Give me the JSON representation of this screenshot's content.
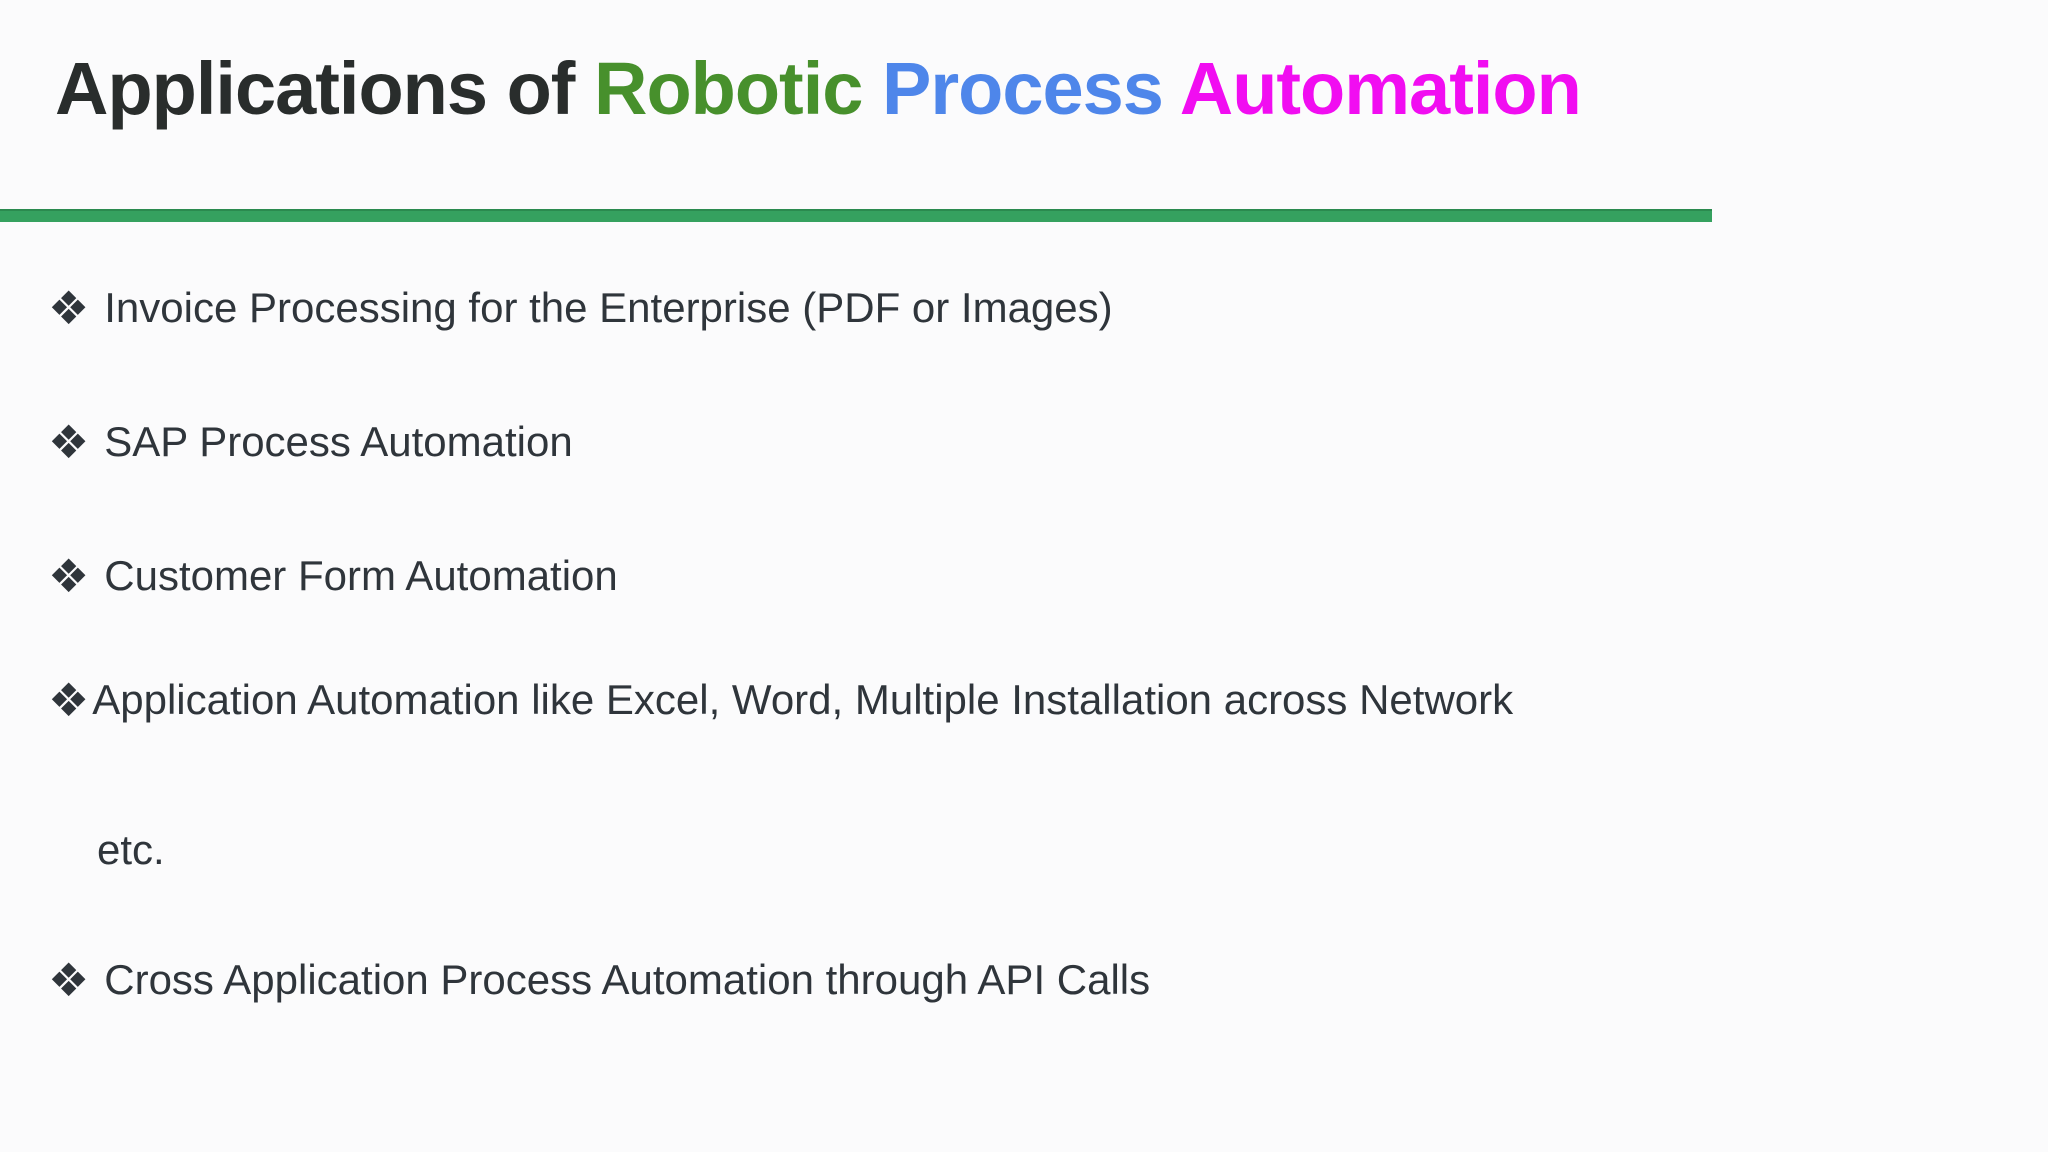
{
  "slide": {
    "title": {
      "segments": [
        {
          "text": "Applications of ",
          "color": "#292d2c"
        },
        {
          "text": "Robotic ",
          "color": "#47902c"
        },
        {
          "text": "Process ",
          "color": "#4e86ea"
        },
        {
          "text": "Automation",
          "color": "#f10df1"
        }
      ]
    },
    "divider": {
      "color": "#35a15f"
    },
    "bullets": {
      "marker": "❖",
      "text_color": "#2f353b",
      "items": [
        {
          "text": "Invoice Processing for the Enterprise (PDF or Images)"
        },
        {
          "text": "SAP Process Automation"
        },
        {
          "text": "Customer Form Automation"
        },
        {
          "text": "Application Automation like Excel, Word, Multiple Installation across Network",
          "continuation": "etc."
        },
        {
          "text": "Cross Application Process Automation through API Calls"
        }
      ]
    }
  }
}
